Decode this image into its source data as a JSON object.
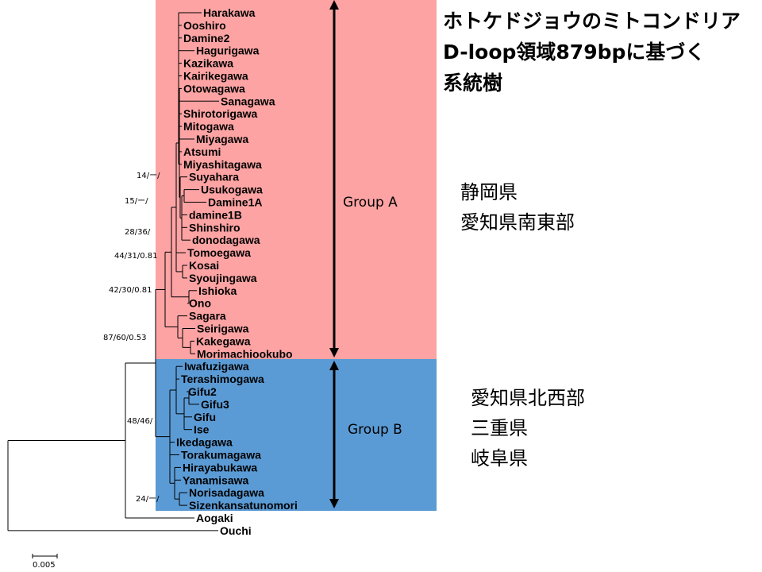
{
  "title": {
    "line1": "ホトケドジョウのミトコンドリア",
    "line2": "D-loop領域879bpに基づく",
    "line3": "系統樹"
  },
  "groups": {
    "a": {
      "label": "Group A",
      "color": "#fda3a3"
    },
    "b": {
      "label": "Group B",
      "color": "#5b9bd5"
    }
  },
  "regions": {
    "a": [
      "静岡県",
      "愛知県南東部"
    ],
    "b": [
      "愛知県北西部",
      "三重県",
      "岐阜県"
    ]
  },
  "taxa": [
    "Harakawa",
    "Ooshiro",
    "Damine2",
    "Hagurigawa",
    "Kazikawa",
    "Kairikegawa",
    "Otowagawa",
    "Sanagawa",
    "Shirotorigawa",
    "Mitogawa",
    "Miyagawa",
    "Atsumi",
    "Miyashitagawa",
    "Suyahara",
    "Usukogawa",
    "Damine1A",
    "damine1B",
    "Shinshiro",
    "donodagawa",
    "Tomoegawa",
    "Kosai",
    "Syoujingawa",
    "Ishioka",
    "Ono",
    "Sagara",
    "Seirigawa",
    "Kakegawa",
    "Morimachiookubo",
    "Iwafuzigawa",
    "Terashimogawa",
    "Gifu2",
    "Gifu3",
    "Gifu",
    "Ise",
    "Ikedagawa",
    "Torakumagawa",
    "Hirayabukawa",
    "Yanamisawa",
    "Norisadagawa",
    "Sizenkansatunomori",
    "Aogaki",
    "Ouchi"
  ],
  "support": [
    "14/ー/",
    "15/ー/",
    "28/36/",
    "44/31/0.81",
    "42/30/0.81",
    "87/60/0.53",
    "48/46/",
    "24/ー/"
  ],
  "scale": {
    "label": "0.005"
  }
}
